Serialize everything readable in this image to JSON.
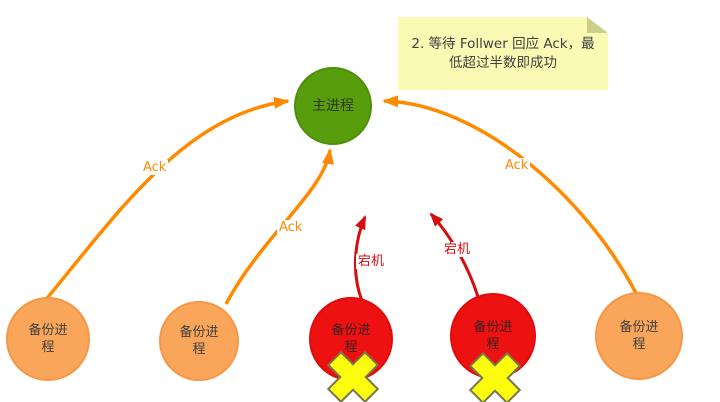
{
  "note": {
    "line1": "2. 等待 Follwer 回应 Ack，最",
    "line2": "低超过半数即成功",
    "bg_color": "#FAFAB4",
    "fold_color": "#CDCD8C"
  },
  "main_node": {
    "label": "主进程",
    "color": "#589E0C"
  },
  "backup_nodes": [
    {
      "label": "备份进程",
      "status": "alive",
      "color": "#F9A65A"
    },
    {
      "label": "备份进程",
      "status": "alive",
      "color": "#F9A65A"
    },
    {
      "label": "备份进程",
      "status": "down",
      "color": "#ED1111"
    },
    {
      "label": "备份进程",
      "status": "down",
      "color": "#ED1111"
    },
    {
      "label": "备份进程",
      "status": "alive",
      "color": "#F9A65A"
    }
  ],
  "edge_labels": {
    "ack_left": "Ack",
    "ack_middle": "Ack",
    "ack_right": "Ack",
    "down_left": "宕机",
    "down_right": "宕机"
  },
  "icons": {
    "crash_x": "crash-x-icon",
    "note_fold": "note-fold-corner-icon"
  },
  "colors": {
    "ack_arrow": "#FF8A00",
    "down_arrow": "#D60D0D",
    "crash_x_fill": "#FCFC0C",
    "crash_x_stroke": "#77774C"
  }
}
